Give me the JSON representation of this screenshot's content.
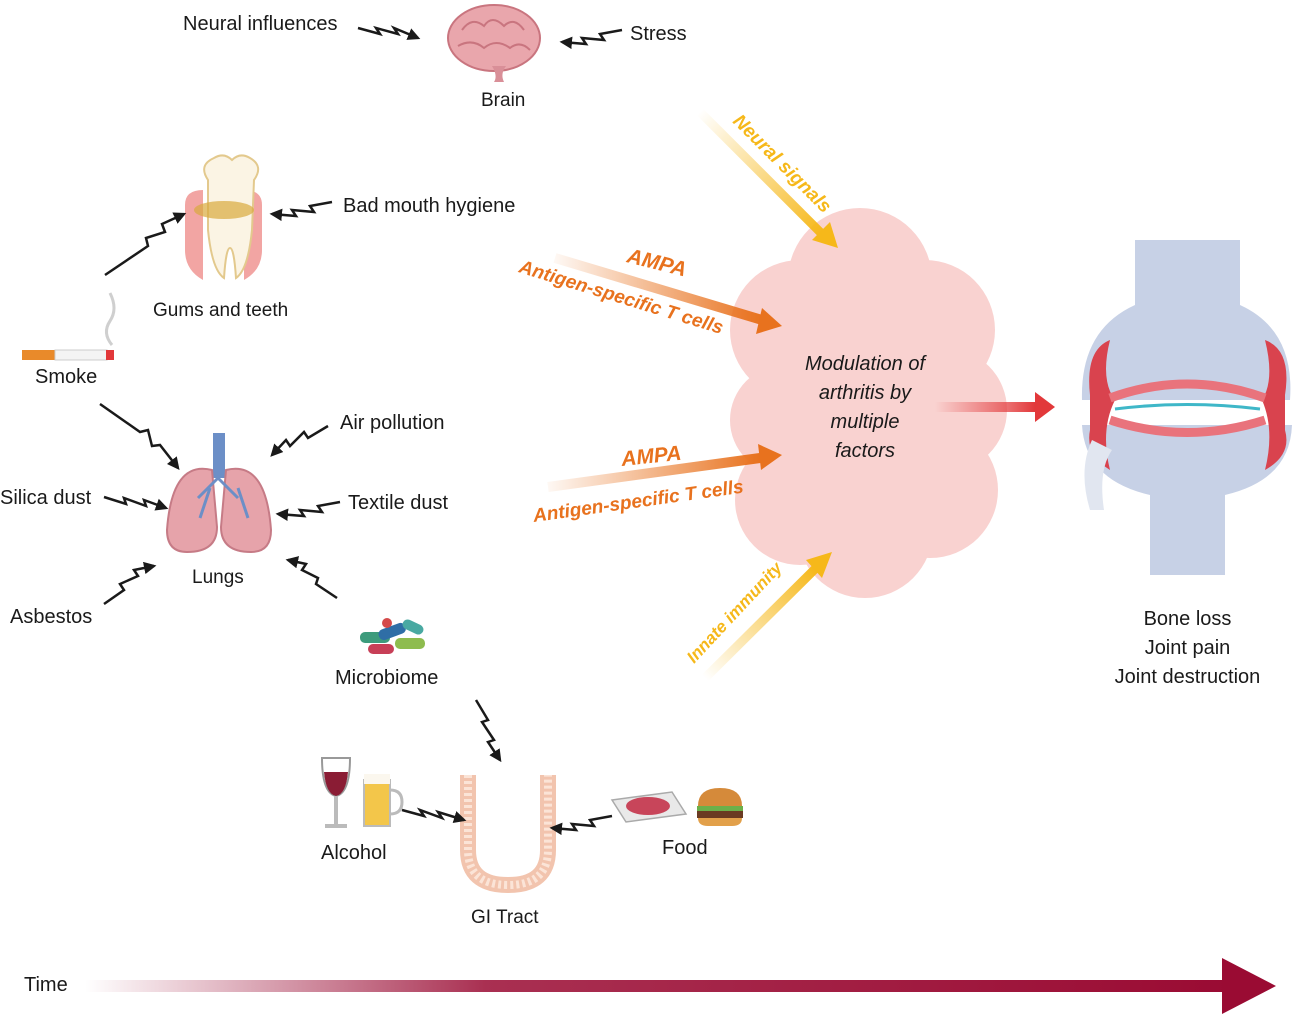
{
  "brain": {
    "label": "Brain",
    "neural_influences": "Neural influences",
    "stress": "Stress"
  },
  "gums": {
    "label": "Gums and teeth",
    "bad_mouth_hygiene": "Bad mouth hygiene"
  },
  "smoke": {
    "label": "Smoke"
  },
  "lungs": {
    "label": "Lungs",
    "air_pollution": "Air pollution",
    "silica_dust": "Silica dust",
    "textile_dust": "Textile dust",
    "asbestos": "Asbestos"
  },
  "microbiome": {
    "label": "Microbiome"
  },
  "gi": {
    "label": "GI Tract",
    "alcohol": "Alcohol",
    "food": "Food"
  },
  "signals": {
    "neural": "Neural signals",
    "ampa_top": "AMPA",
    "tcells_top": "Antigen-specific T cells",
    "ampa_bottom": "AMPA",
    "tcells_bottom": "Antigen-specific T cells",
    "innate": "Innate immunity"
  },
  "center": {
    "lines": [
      "Modulation of",
      "arthritis by",
      "multiple",
      "factors"
    ]
  },
  "outcomes": [
    "Bone loss",
    "Joint pain",
    "Joint destruction"
  ],
  "time": {
    "label": "Time"
  },
  "colors": {
    "cloud": "#f9d2d0",
    "orange": "#e8721e",
    "yellow": "#f6b81a",
    "red": "#e2383a",
    "time_arrow": "#9a0b33"
  }
}
